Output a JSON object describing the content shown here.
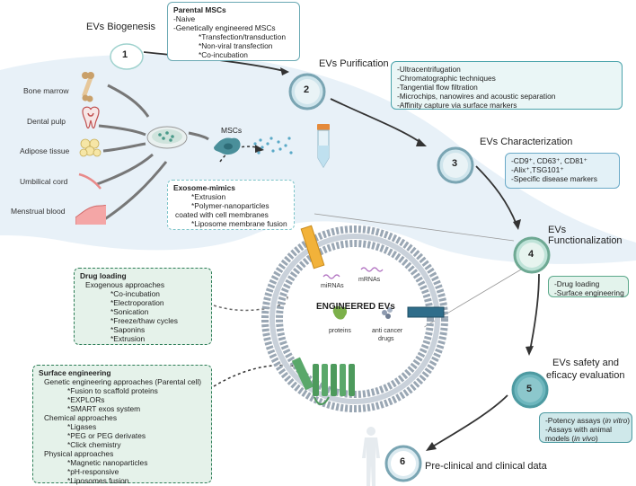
{
  "steps": {
    "s1": {
      "num": "1",
      "title": "EVs Biogenesis"
    },
    "s2": {
      "num": "2",
      "title": "EVs Purification"
    },
    "s3": {
      "num": "3",
      "title": "EVs Characterization"
    },
    "s4": {
      "num": "4",
      "title": "EVs Functionalization"
    },
    "s5": {
      "num": "5",
      "title_l1": "EVs safety and",
      "title_l2": "eficacy evaluation"
    },
    "s6": {
      "num": "6",
      "title": "Pre-clinical and clinical data"
    }
  },
  "parental_box": {
    "title": "Parental MSCs",
    "lines": [
      "-Naive",
      "-Genetically engineered MSCs",
      "*Transfection/transduction",
      "*Non-viral transfection",
      "*Co-incubation"
    ]
  },
  "purification_box": {
    "lines": [
      "-Ultracentrifugation",
      "-Chromatographic techniques",
      "-Tangential flow filtration",
      "-Microchips, nanowires and acoustic separation",
      "-Affinity capture via surface markers"
    ]
  },
  "characterization_box": {
    "l1": "-CD9⁺, CD63⁺, CD81⁺",
    "l2": "-Alix⁺,TSG101⁺",
    "l3": "-Specific disease markers"
  },
  "functionalization_box": {
    "lines": [
      "-Drug loading",
      "-Surface engineering"
    ]
  },
  "safety_box": {
    "l1_a": "-Potency assays (",
    "l1_b": "in vitro",
    "l1_c": ")",
    "l2": "-Assays with animal",
    "l3_a": "models (",
    "l3_b": "in vivo",
    "l3_c": ")"
  },
  "sources": [
    "Bone marrow",
    "Dental pulp",
    "Adipose tissue",
    "Umbilical cord",
    "Menstrual blood"
  ],
  "msc_label": "MSCs",
  "mimics_box": {
    "title": "Exosome-mimics",
    "lines": [
      "*Extrusion",
      "*Polymer-nanoparticles",
      "coated with cell membranes",
      "*Liposome membrane fusion"
    ]
  },
  "drug_loading_box": {
    "title": "Drug loading",
    "lines": [
      "Exogenous approaches",
      "*Co-incubation",
      "*Electroporation",
      "*Sonication",
      "*Freeze/thaw cycles",
      "*Saponins",
      "*Extrusion"
    ]
  },
  "surface_box": {
    "title": "Surface engineering",
    "lines": [
      "Genetic engineering approaches (Parental cell)",
      "*Fusion to scaffold proteins",
      "*EXPLORs",
      "*SMART exos system",
      "Chemical approaches",
      "*Ligases",
      "*PEG or PEG derivates",
      "*Click chemistry",
      "Physical approaches",
      "*Magnetic nanoparticles",
      "*pH-responsive",
      "*Liposomes fusion"
    ]
  },
  "vesicle": {
    "title": "ENGINEERED EVs",
    "mirnas": "miRNAs",
    "mrnas": "mRNAs",
    "proteins": "proteins",
    "drugs_l1": "anti cancer",
    "drugs_l2": "drugs"
  },
  "colors": {
    "accent": "#2d7d57",
    "teal": "#4aa3ab",
    "bg_region": "#e8f1f8"
  }
}
